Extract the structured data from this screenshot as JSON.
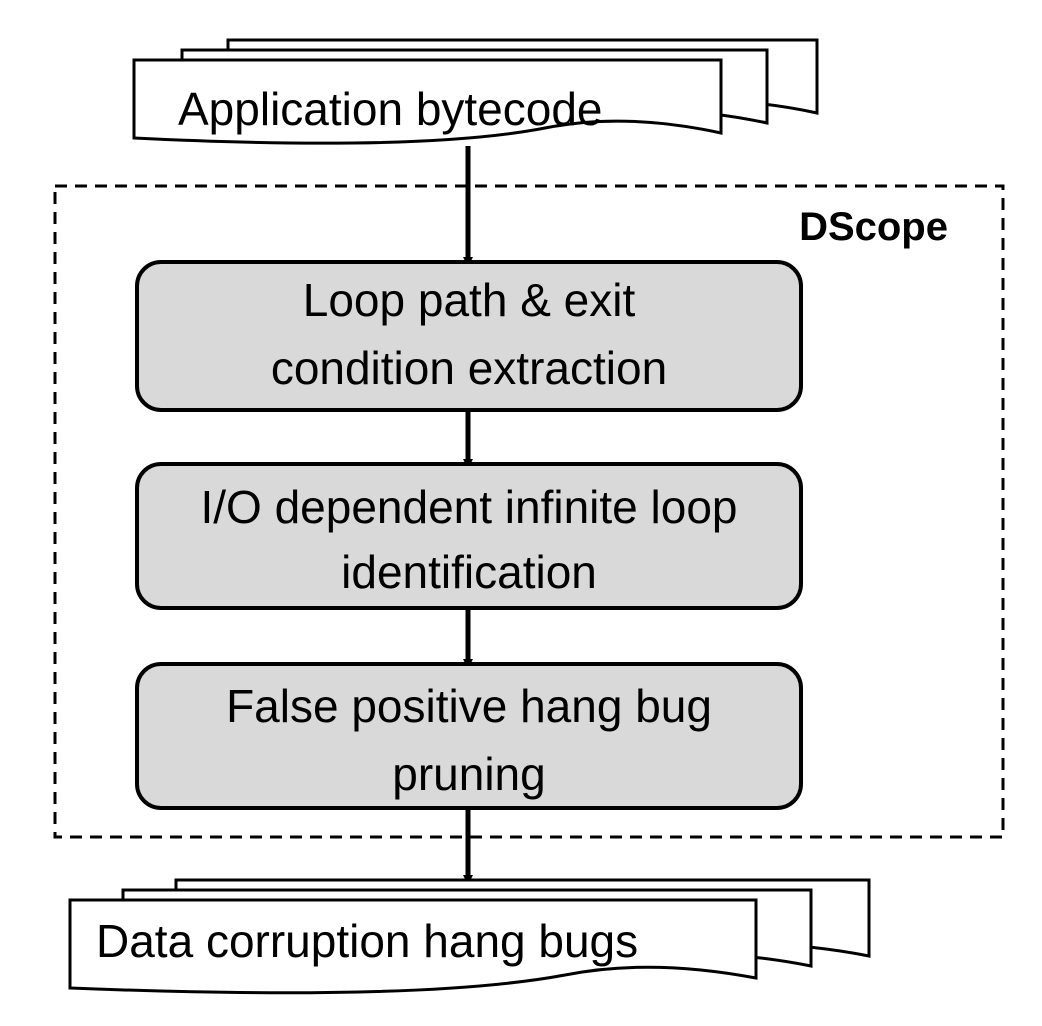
{
  "diagram": {
    "input_doc": {
      "label": "Application bytecode"
    },
    "container": {
      "label": "DScope"
    },
    "steps": [
      {
        "lines": [
          "Loop path & exit",
          "condition extraction"
        ]
      },
      {
        "lines": [
          "I/O dependent infinite loop",
          "identification"
        ]
      },
      {
        "lines": [
          "False positive hang bug",
          "pruning"
        ]
      }
    ],
    "output_doc": {
      "label": "Data corruption hang bugs"
    }
  },
  "colors": {
    "step_fill": "#d9d9d9",
    "stroke": "#000000",
    "paper_fill": "#ffffff"
  }
}
